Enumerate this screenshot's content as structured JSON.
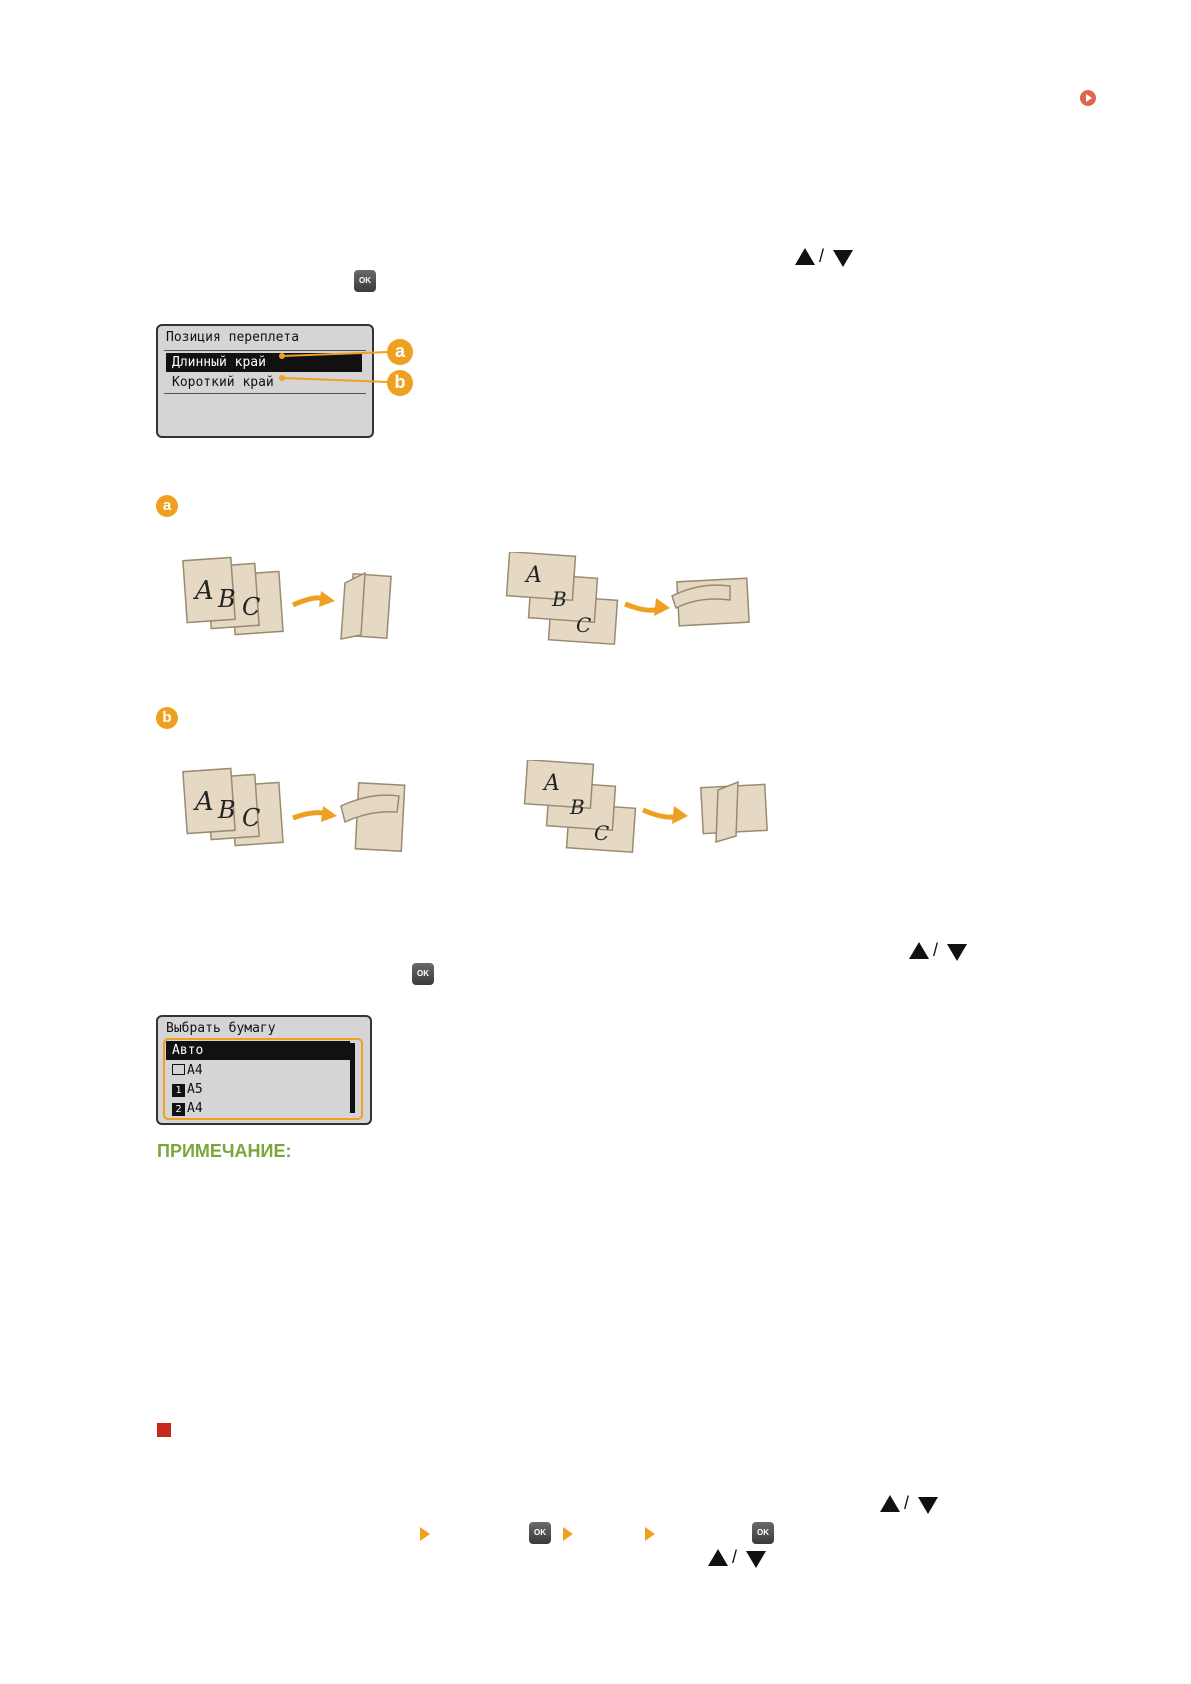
{
  "lcd1": {
    "title": "Позиция переплета",
    "items": [
      "Длинный край",
      "Короткий край"
    ],
    "callouts": [
      "a",
      "b"
    ]
  },
  "section_a": {
    "badge": "a"
  },
  "section_b": {
    "badge": "b"
  },
  "lcd2": {
    "title": "Выбрать бумагу",
    "items": [
      "Авто",
      "A4",
      "A5",
      "A4"
    ],
    "item_icons": [
      "",
      "drawer-icon",
      "tray-1-icon",
      "tray-2-icon"
    ],
    "tray_numbers": [
      "1",
      "2"
    ]
  },
  "keys": {
    "ok": "OK"
  },
  "note": {
    "title": "ПРИМЕЧАНИЕ:"
  },
  "illustrations": {
    "letters": [
      "A",
      "B",
      "C"
    ]
  },
  "colors": {
    "accent": "#f0a020",
    "note": "#7aa63a",
    "marker": "#c8281c",
    "link": "#e0654a"
  }
}
